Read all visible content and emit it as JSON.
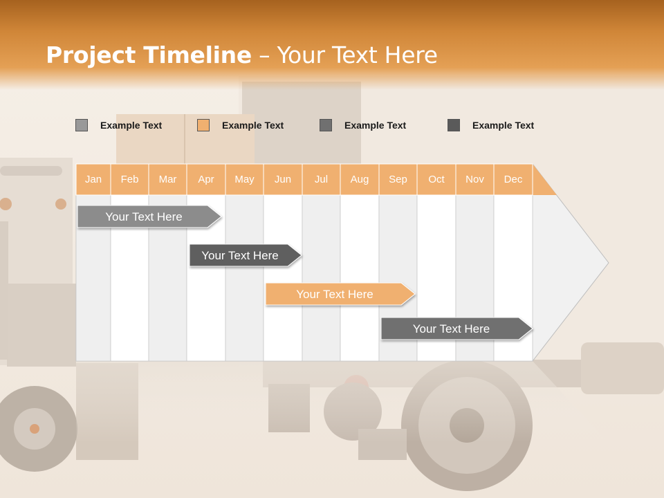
{
  "slide": {
    "title_bold": "Project Timeline",
    "title_rest": " – Your Text Here"
  },
  "legend": [
    {
      "label": "Example Text",
      "color": "#999999"
    },
    {
      "label": "Example Text",
      "color": "#f0b070"
    },
    {
      "label": "Example Text",
      "color": "#707070"
    },
    {
      "label": "Example Text",
      "color": "#5a5a5a"
    }
  ],
  "timeline": {
    "months": [
      "Jan",
      "Feb",
      "Mar",
      "Apr",
      "May",
      "Jun",
      "Jul",
      "Aug",
      "Sep",
      "Oct",
      "Nov",
      "Dec"
    ],
    "header_color": "#f0b070",
    "tasks": [
      {
        "label": "Your  Text Here",
        "color": "#8c8c8c"
      },
      {
        "label": "Your  Text Here",
        "color": "#5e5e5e"
      },
      {
        "label": "Your  Text Here",
        "color": "#f0b070"
      },
      {
        "label": "Your  Text Here",
        "color": "#707070"
      }
    ]
  }
}
